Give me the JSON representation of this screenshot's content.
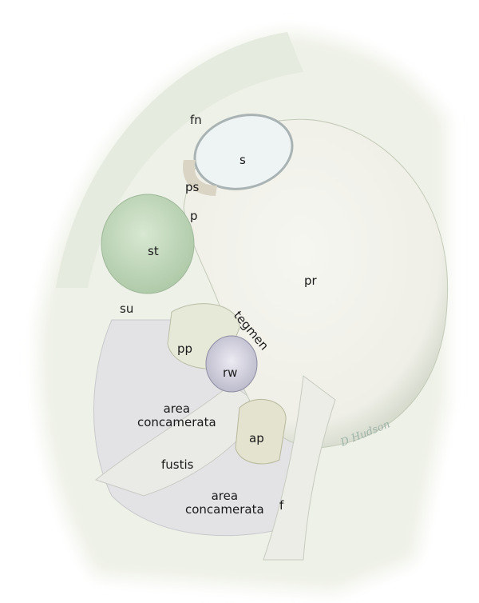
{
  "labels": {
    "fn": "fn",
    "s": "s",
    "ps": "ps",
    "p": "p",
    "st": "st",
    "pr": "pr",
    "su": "su",
    "tegmen": "tegmen",
    "pp": "pp",
    "rw": "rw",
    "area_concamerata_upper": "area\nconcamerata",
    "ap": "ap",
    "fustis": "fustis",
    "area_concamerata_lower": "area\nconcamerata",
    "f": "f"
  },
  "signature": "D Hudson",
  "colors": {
    "background": "#ffffff",
    "bone": "#f1f2ea",
    "stapes_green": "#c9dec4",
    "round_window": "#dcdbe6",
    "shade": "#cfd6c8"
  }
}
